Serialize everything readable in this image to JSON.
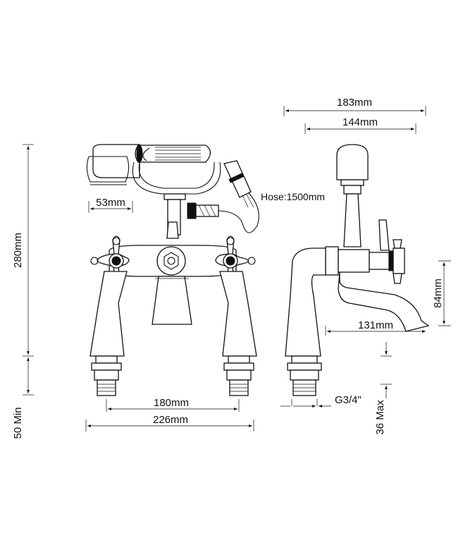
{
  "dimensions": {
    "overall_width_side": "183mm",
    "base_width_side": "144mm",
    "handshower_cradle": "53mm",
    "hose_length": "Hose:1500mm",
    "total_height": "280mm",
    "min_clearance": "50 Min",
    "tap_centres": "180mm",
    "overall_width_front": "226mm",
    "spout_height": "84mm",
    "spout_projection": "131mm",
    "inlet_thread": "G3/4\"",
    "max_deck_thickness": "36 Max"
  },
  "colors": {
    "line": "#111111",
    "background": "#ffffff"
  }
}
